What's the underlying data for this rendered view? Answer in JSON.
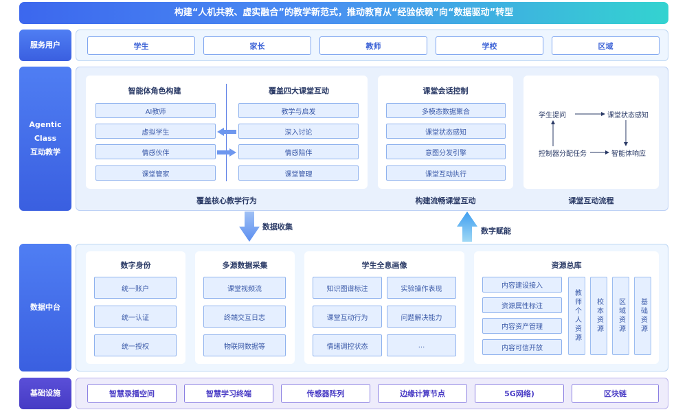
{
  "banner": {
    "text": "构建“人机共教、虚实融合”的教学新范式，推动教育从“经验依赖”向“数据驱动”转型"
  },
  "service_users": {
    "label": "服务用户",
    "items": [
      "学生",
      "家长",
      "教师",
      "学校",
      "区域"
    ]
  },
  "agentic": {
    "label_line1": "Agentic Class",
    "label_line2": "互动教学",
    "role_build": {
      "title": "智能体角色构建",
      "items": [
        "AI教师",
        "虚拟学生",
        "情感伙伴",
        "课堂管家"
      ]
    },
    "four_interactions": {
      "title": "覆盖四大课堂互动",
      "items": [
        "教学与启发",
        "深入讨论",
        "情感陪伴",
        "课堂管理"
      ]
    },
    "caption_core": "覆盖核心教学行为",
    "session_control": {
      "title": "课堂会话控制",
      "items": [
        "多模态数据聚合",
        "课堂状态感知",
        "意图分发引擎",
        "课堂互动执行"
      ]
    },
    "caption_fluent": "构建流畅课堂互动",
    "flow": {
      "student_question": "学生提问",
      "state_perception": "课堂状态感知",
      "controller_assign": "控制器分配任务",
      "agent_response": "智能体响应"
    },
    "caption_flow": "课堂互动流程"
  },
  "arrows": {
    "collect": "数据收集",
    "empower": "数字赋能"
  },
  "data_platform": {
    "label": "数据中台",
    "digital_identity": {
      "title": "数字身份",
      "items": [
        "统一账户",
        "统一认证",
        "统一授权"
      ]
    },
    "multi_source": {
      "title": "多源数据采集",
      "items": [
        "课堂视频流",
        "终端交互日志",
        "物联网数据等"
      ]
    },
    "student_portrait": {
      "title": "学生全息画像",
      "items": [
        "知识图谱标注",
        "实验操作表现",
        "课堂互动行为",
        "问题解决能力",
        "情绪调控状态",
        "..."
      ]
    },
    "resource_library": {
      "title": "资源总库",
      "items": [
        "内容建设接入",
        "资源属性标注",
        "内容资产管理",
        "内容可信开放"
      ],
      "vertical": [
        "教师个人资源",
        "校本资源",
        "区域资源",
        "基础资源"
      ]
    }
  },
  "infrastructure": {
    "label": "基础设施",
    "items": [
      "智慧录播空间",
      "智慧学习终端",
      "传感器阵列",
      "边缘计算节点",
      "5G网络)",
      "区块链"
    ]
  },
  "colors": {
    "primary": "#3a5fe0",
    "accent_teal": "#33d3d0",
    "band_blue": "#e9f1fd",
    "band_purple": "#eeecfb",
    "pill_border": "#7da4ef"
  }
}
